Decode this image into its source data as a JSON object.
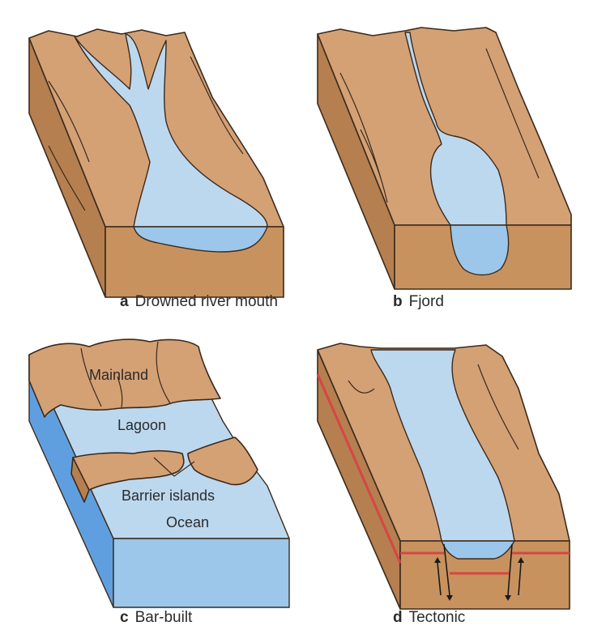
{
  "colors": {
    "land_top": "#d4a175",
    "land_face": "#c8925f",
    "land_side": "#b57f4f",
    "land_stroke": "#3a2a1c",
    "water": "#bcd8ef",
    "water_face": "#9cc6ea",
    "water_side": "#5f9fe0",
    "fault": "#d84545"
  },
  "panels": [
    {
      "letter": "a",
      "title": "Drowned river mouth"
    },
    {
      "letter": "b",
      "title": "Fjord"
    },
    {
      "letter": "c",
      "title": "Bar-built"
    },
    {
      "letter": "d",
      "title": "Tectonic"
    }
  ],
  "labels": {
    "mainland": "Mainland",
    "lagoon": "Lagoon",
    "barrier_islands": "Barrier islands",
    "ocean": "Ocean"
  }
}
